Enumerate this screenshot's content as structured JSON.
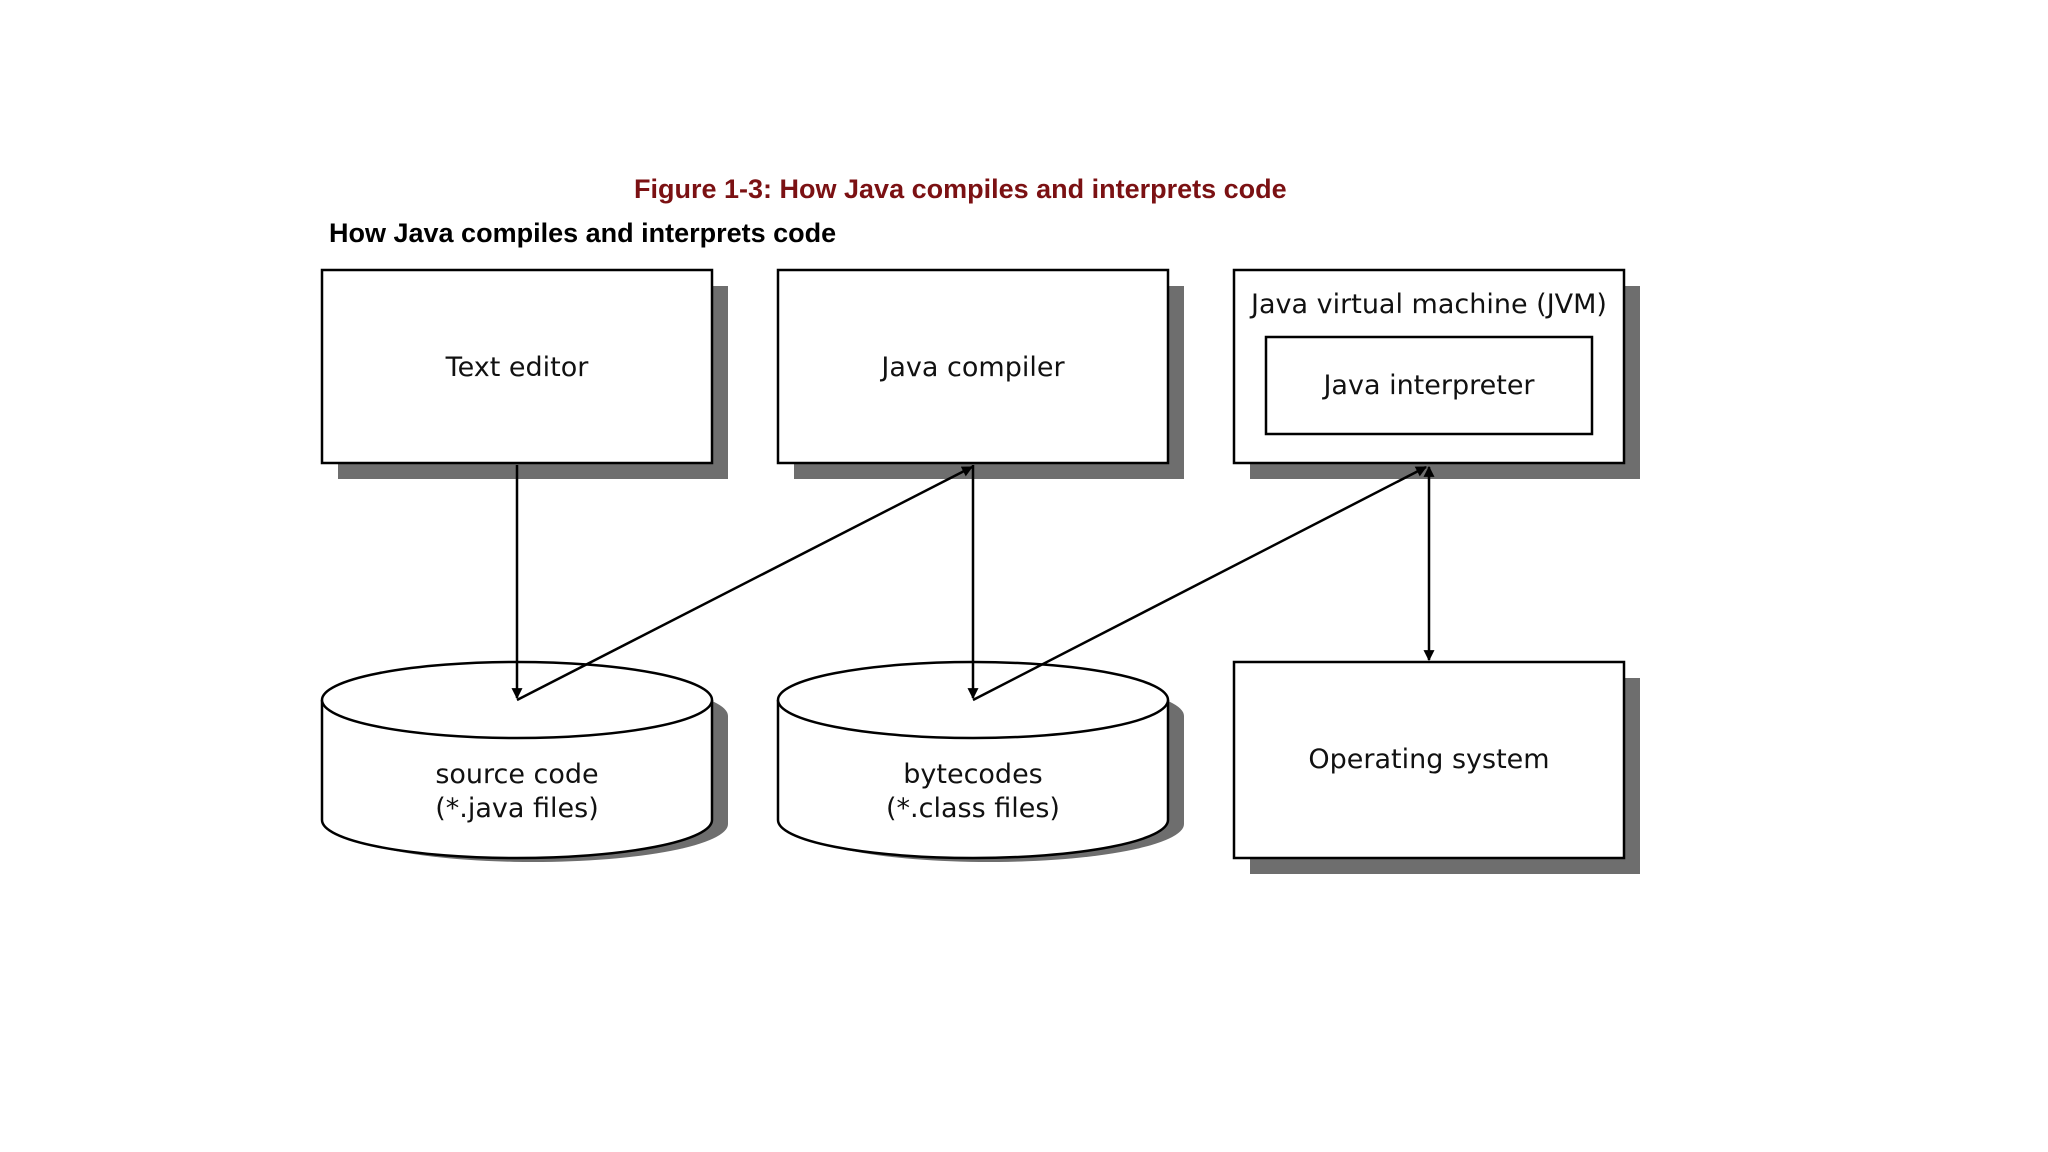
{
  "figure": {
    "caption": "Figure 1-3: How Java compiles and interprets code",
    "heading": "How Java compiles and interprets code",
    "caption_color": "#7b1113",
    "heading_color": "#000000",
    "shadow_color": "#6e6e6e",
    "line_color": "#000000"
  },
  "nodes": {
    "text_editor": {
      "label": "Text editor"
    },
    "java_compiler": {
      "label": "Java compiler"
    },
    "jvm": {
      "label": "Java virtual machine (JVM)"
    },
    "java_interpreter": {
      "label": "Java interpreter"
    },
    "source_code": {
      "line1": "source code",
      "line2": "(*.java files)"
    },
    "bytecodes": {
      "line1": "bytecodes",
      "line2": "(*.class files)"
    },
    "operating_system": {
      "label": "Operating system"
    }
  },
  "edges": [
    {
      "from": "Text editor",
      "to": "source code",
      "direction": "one-way"
    },
    {
      "from": "source code",
      "to": "Java compiler",
      "direction": "one-way"
    },
    {
      "from": "Java compiler",
      "to": "bytecodes",
      "direction": "one-way"
    },
    {
      "from": "bytecodes",
      "to": "Java virtual machine (JVM)",
      "direction": "one-way"
    },
    {
      "from": "Java virtual machine (JVM)",
      "to": "Operating system",
      "direction": "two-way"
    }
  ]
}
